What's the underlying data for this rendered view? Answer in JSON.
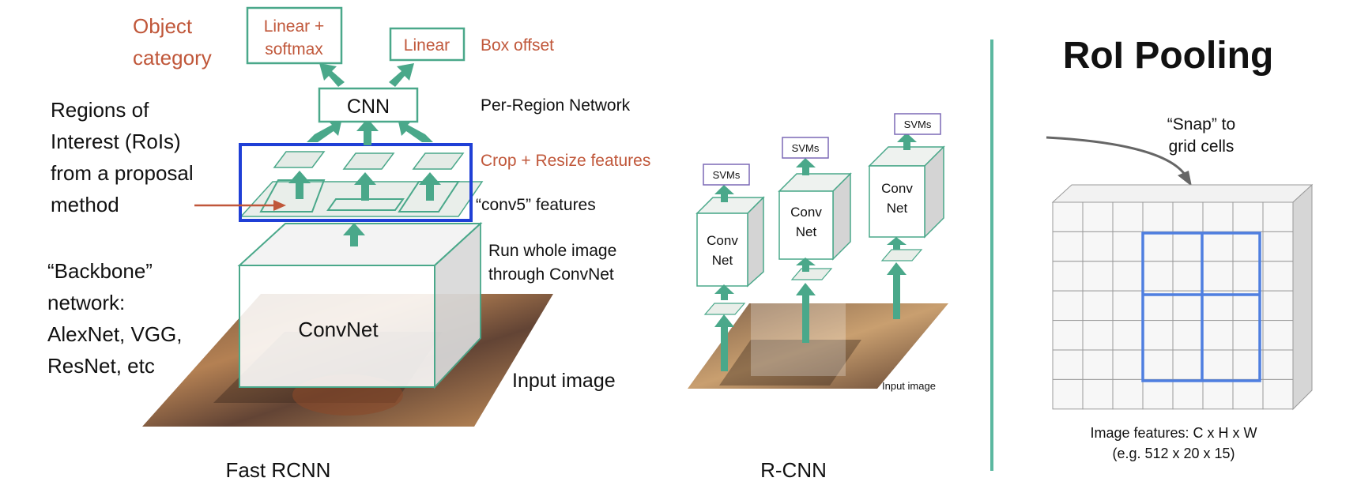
{
  "fast_rcnn": {
    "caption": "Fast RCNN",
    "object_category": [
      "Object",
      "category"
    ],
    "linear_softmax": [
      "Linear +",
      "softmax"
    ],
    "linear": "Linear",
    "box_offset": "Box offset",
    "cnn": "CNN",
    "per_region_network": "Per-Region Network",
    "rois": [
      "Regions of",
      "Interest (RoIs)",
      "from a proposal",
      "method"
    ],
    "crop_resize": "Crop + Resize features",
    "conv5": "“conv5” features",
    "run_whole_image": [
      "Run whole image",
      "through ConvNet"
    ],
    "backbone": [
      "“Backbone”",
      "network:",
      "AlexNet, VGG,",
      "ResNet, etc"
    ],
    "convnet": "ConvNet",
    "input_image": "Input image"
  },
  "rcnn": {
    "caption": "R-CNN",
    "svms": [
      "SVMs",
      "SVMs",
      "SVMs"
    ],
    "conv_net": [
      [
        "Conv",
        "Net"
      ],
      [
        "Conv",
        "Net"
      ],
      [
        "Conv",
        "Net"
      ]
    ],
    "input_image": "Input image"
  },
  "roi_pooling": {
    "title": "RoI Pooling",
    "snap": [
      "“Snap” to",
      "grid cells"
    ],
    "features": [
      "Image features: C x H x W",
      "(e.g. 512 x 20 x 15)"
    ]
  },
  "colors": {
    "teal": "#4aa88a",
    "orange_text": "#c0573a",
    "roi_box": "#1f3fd6",
    "grid_highlight": "#4f7fe0",
    "svm_box": "#7b68b5",
    "divider": "#5bb8a0"
  }
}
